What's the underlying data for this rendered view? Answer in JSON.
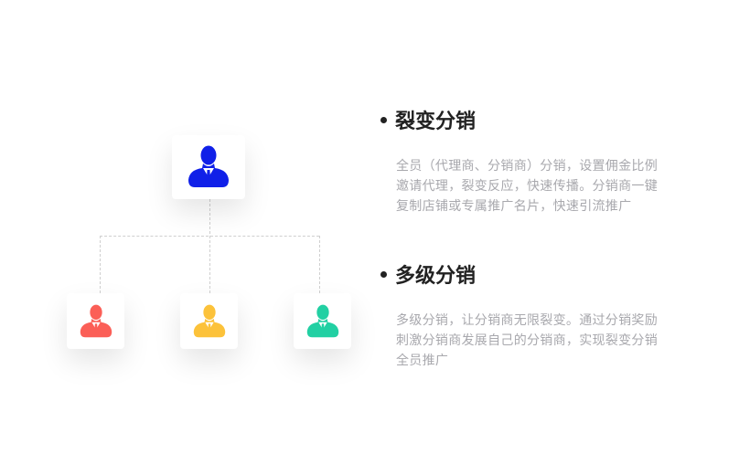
{
  "diagram": {
    "root": {
      "icon": "user-icon",
      "color": "#1020e8"
    },
    "children": [
      {
        "icon": "user-icon",
        "color": "#fb5f57"
      },
      {
        "icon": "user-icon",
        "color": "#fcc23a"
      },
      {
        "icon": "user-icon",
        "color": "#22d0a3"
      }
    ]
  },
  "sections": [
    {
      "title": "裂变分销",
      "lines": [
        "全员（代理商、分销商）分销，设置佣金比例",
        "邀请代理，裂变反应，快速传播。分销商一键",
        "复制店铺或专属推广名片，快速引流推广"
      ]
    },
    {
      "title": "多级分销",
      "lines": [
        "多级分销，让分销商无限裂变。通过分销奖励",
        "刺激分销商发展自己的分销商，实现裂变分销",
        "全员推广"
      ]
    }
  ]
}
